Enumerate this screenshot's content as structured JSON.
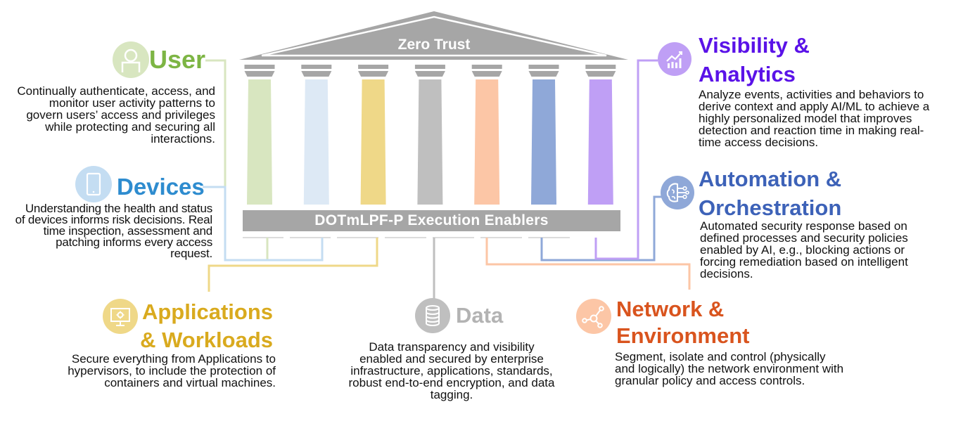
{
  "roof": {
    "label": "Zero Trust",
    "color": "#a6a6a6"
  },
  "base_bar": {
    "label": "DOTmLPF-P Execution Enablers",
    "color": "#a6a6a6"
  },
  "pillars": [
    {
      "name": "user",
      "color": "#d8e6c0"
    },
    {
      "name": "devices",
      "color": "#dde9f5"
    },
    {
      "name": "applications",
      "color": "#efd888"
    },
    {
      "name": "data",
      "color": "#bfbfbf"
    },
    {
      "name": "network",
      "color": "#fcc6a6"
    },
    {
      "name": "automation",
      "color": "#8fa8d8"
    },
    {
      "name": "visibility",
      "color": "#bf9ff5"
    }
  ],
  "sections": {
    "user": {
      "title": "User",
      "title_color": "#7db544",
      "icon": "user-icon",
      "icon_bg": "#d8e6c0",
      "line_color": "#d8e6c0",
      "description": "Continually authenticate, access, and monitor user activity patterns to govern users’ access and privileges while protecting and securing all interactions."
    },
    "devices": {
      "title": "Devices",
      "title_color": "#2e8ccf",
      "icon": "tablet-icon",
      "icon_bg": "#c4ddf2",
      "line_color": "#c4ddf2",
      "description": "Understanding the health and status of devices informs risk decisions. Real time inspection, assessment and patching informs every access request."
    },
    "applications": {
      "title_line1": "Applications",
      "title_line2": "& Workloads",
      "title_color": "#d9aa1e",
      "icon": "monitor-gear-icon",
      "icon_bg": "#efd888",
      "line_color": "#efd888",
      "description": "Secure everything from Applications to hypervisors, to include the protection of containers and virtual machines."
    },
    "data": {
      "title": "Data",
      "title_color": "#b3b3b3",
      "icon": "database-icon",
      "icon_bg": "#bfbfbf",
      "line_color": "#bfbfbf",
      "description": "Data transparency and visibility enabled and secured by enterprise infrastructure, applications, standards, robust end-to-end encryption, and data tagging."
    },
    "network": {
      "title_line1": "Network &",
      "title_line2": "Environment",
      "title_color": "#d9541e",
      "icon": "network-nodes-icon",
      "icon_bg": "#fcc6a6",
      "line_color": "#fcc6a6",
      "description": "Segment, isolate and control (physically and logically) the network environment with granular policy and access controls."
    },
    "automation": {
      "title_line1": "Automation &",
      "title_line2": "Orchestration",
      "title_color": "#3d62b8",
      "icon": "brain-circuit-icon",
      "icon_bg": "#8fa8d8",
      "line_color": "#8fa8d8",
      "description": "Automated security response based on defined processes and security policies enabled by AI, e.g., blocking actions or forcing remediation based on intelligent decisions."
    },
    "visibility": {
      "title_line1": "Visibility &",
      "title_line2": "Analytics",
      "title_color": "#5a12e8",
      "icon": "analytics-chart-icon",
      "icon_bg": "#bf9ff5",
      "line_color": "#bf9ff5",
      "description": "Analyze events, activities and behaviors to derive context and apply AI/ML to achieve a highly personalized model that improves detection and reaction time in making real-time access decisions."
    }
  }
}
